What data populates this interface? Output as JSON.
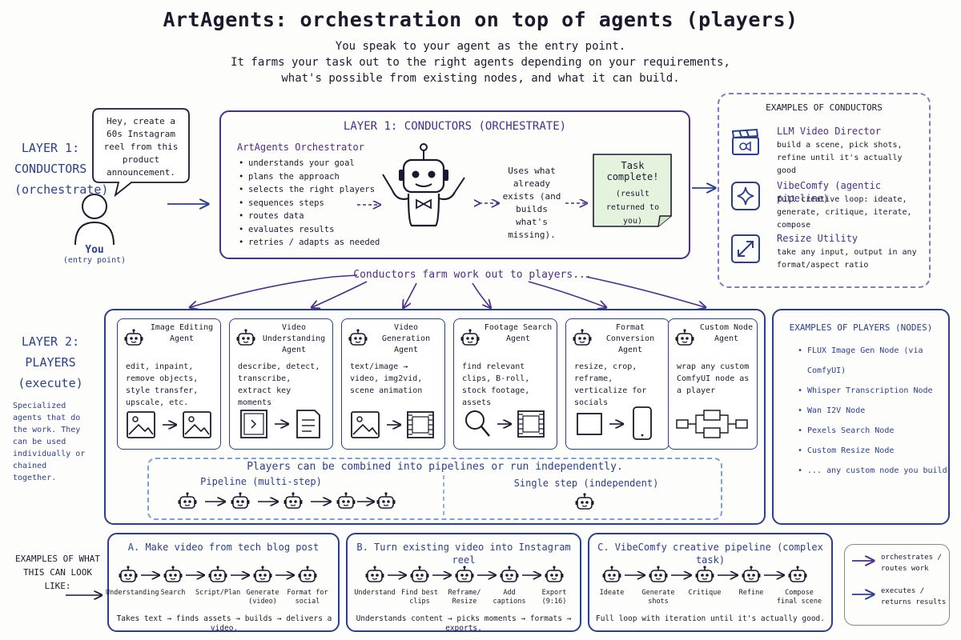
{
  "title": "ArtAgents: orchestration on top of agents (players)",
  "subtitle": [
    "You speak to your agent as the entry point.",
    "It farms your task out to the right agents depending on your requirements,",
    "what's possible from existing nodes, and what it can build."
  ],
  "layer1": {
    "label": "LAYER 1:",
    "name": "CONDUCTORS",
    "role": "(orchestrate)"
  },
  "speech": "Hey, create a 60s Instagram reel from this product announcement.",
  "you": {
    "name": "You",
    "sub": "(entry point)"
  },
  "conductor_box": {
    "heading": "LAYER 1: CONDUCTORS (ORCHESTRATE)",
    "orchestrator": "ArtAgents Orchestrator",
    "bullets": [
      "understands your goal",
      "plans the approach",
      "selects the right players",
      "sequences steps",
      "routes data",
      "evaluates results",
      "retries / adapts as needed"
    ],
    "uses": "Uses what already exists (and builds what's missing).",
    "complete": "Task complete!",
    "complete_sub": "(result returned to you)"
  },
  "conductor_examples": {
    "heading": "EXAMPLES OF CONDUCTORS",
    "items": [
      {
        "icon": "clapperboard-icon",
        "name": "LLM Video Director",
        "desc": "build a scene, pick shots, refine until it's actually good"
      },
      {
        "icon": "sparkle-icon",
        "name": "VibeComfy (agentic pipeline)",
        "desc": "full creative loop: ideate, generate, critique, iterate, compose"
      },
      {
        "icon": "resize-icon",
        "name": "Resize Utility",
        "desc": "take any input, output in any format/aspect ratio"
      }
    ]
  },
  "farm_text": "Conductors farm work out to players...",
  "layer2": {
    "label": "LAYER 2:",
    "name": "PLAYERS",
    "role": "(execute)",
    "desc": "Specialized agents that do the work. They can be used individually or chained together."
  },
  "players": [
    {
      "name": "Image Editing Agent",
      "desc": "edit, inpaint, remove objects, style transfer, upscale, etc."
    },
    {
      "name": "Video Understanding Agent",
      "desc": "describe, detect, transcribe, extract key moments"
    },
    {
      "name": "Video Generation Agent",
      "desc": "text/image → video, img2vid, scene animation"
    },
    {
      "name": "Footage Search Agent",
      "desc": "find relevant clips, B-roll, stock footage, assets"
    },
    {
      "name": "Format Conversion Agent",
      "desc": "resize, crop, reframe, verticalize for socials"
    },
    {
      "name": "Custom Node Agent",
      "desc": "wrap any custom ComfyUI node as a player"
    }
  ],
  "combine_text": "Players can be combined into pipelines or run independently.",
  "pipeline_label": "Pipeline (multi-step)",
  "single_label": "Single step (independent)",
  "player_examples": {
    "heading": "EXAMPLES OF PLAYERS (NODES)",
    "items": [
      "FLUX Image Gen Node (via ComfyUI)",
      "Whisper Transcription Node",
      "Wan I2V Node",
      "Pexels Search Node",
      "Custom Resize Node",
      "... any custom node you build"
    ]
  },
  "examples_label": [
    "EXAMPLES OF WHAT",
    "THIS CAN LOOK LIKE:"
  ],
  "example_a": {
    "title": "A. Make video from tech blog post",
    "steps": [
      "Understanding",
      "Search",
      "Script/Plan",
      "Generate (video)",
      "Format for social"
    ],
    "summary": "Takes text → finds assets → builds → delivers a video."
  },
  "example_b": {
    "title": "B. Turn existing video into Instagram reel",
    "steps": [
      "Understand",
      "Find best clips",
      "Reframe/ Resize",
      "Add captions",
      "Export (9:16)"
    ],
    "summary": "Understands content → picks moments → formats → exports."
  },
  "example_c": {
    "title": "C. VibeComfy creative pipeline (complex task)",
    "steps": [
      "Ideate",
      "Generate shots",
      "Critique",
      "Refine",
      "Compose final scene"
    ],
    "summary": "Full loop with iteration until it's actually good."
  },
  "legend": {
    "orchestrates": "orchestrates / routes work",
    "executes": "executes / returns results"
  }
}
